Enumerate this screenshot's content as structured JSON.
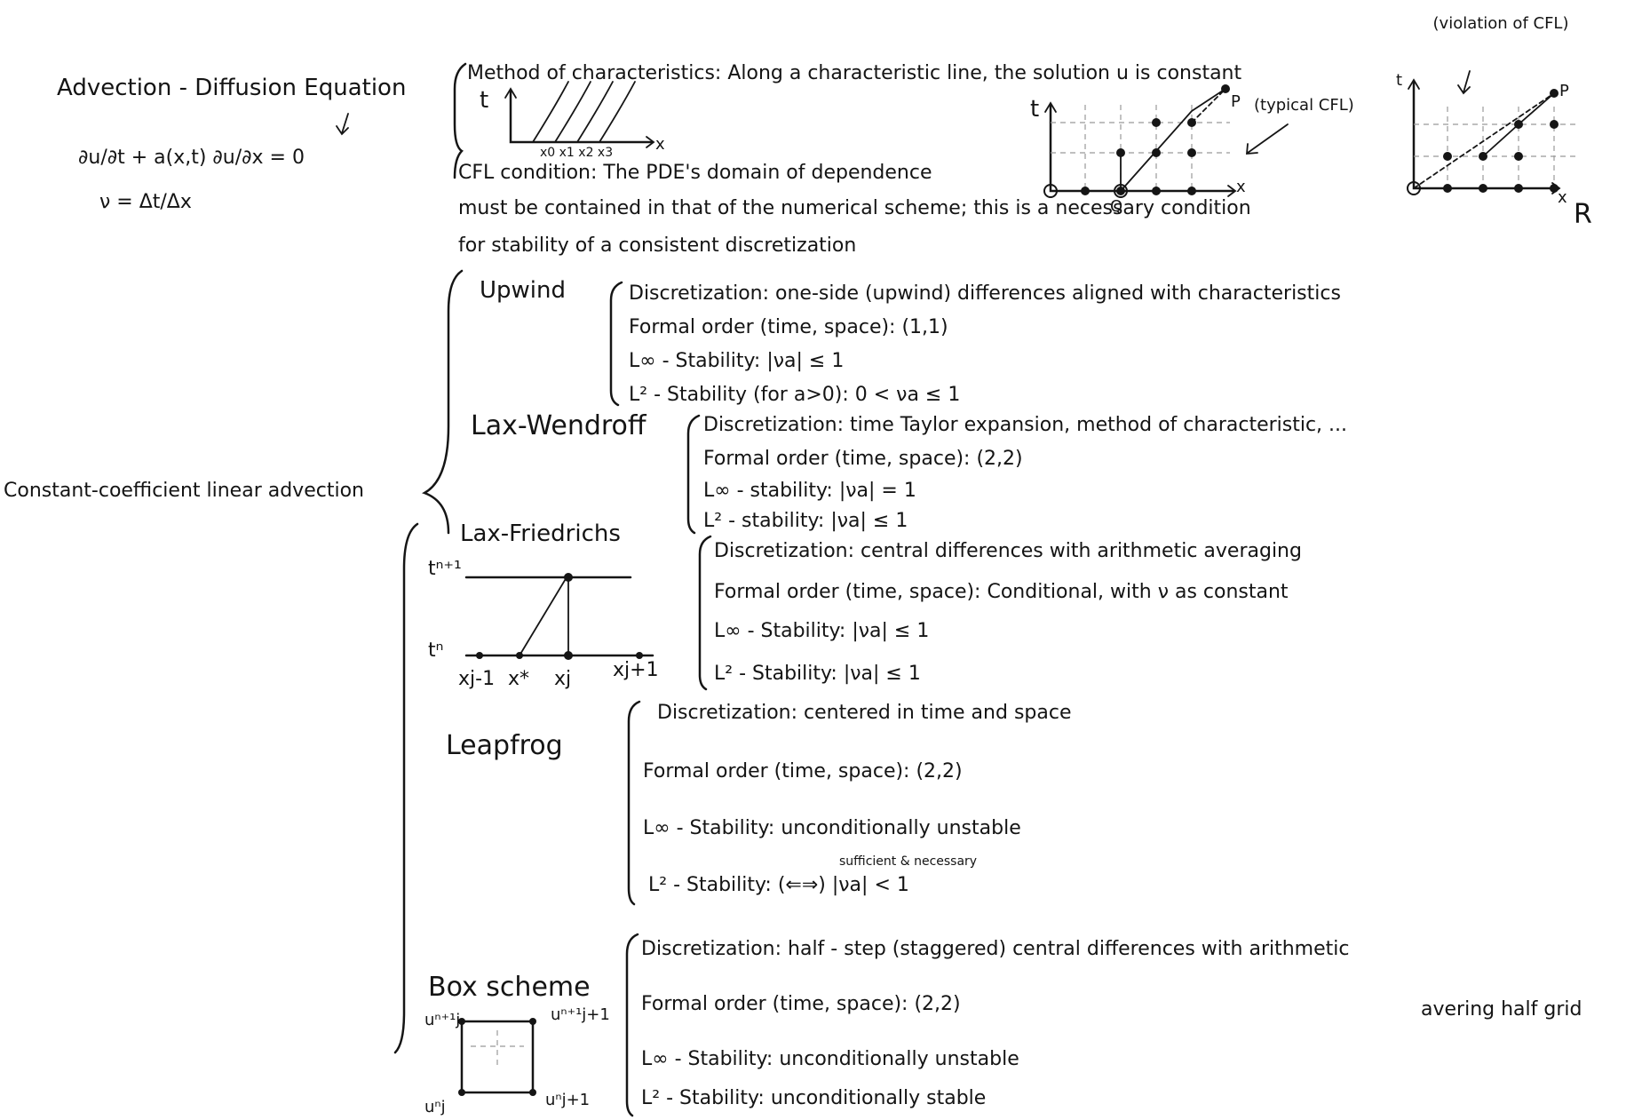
{
  "intro": {
    "title": "Advection - Diffusion Equation",
    "equation": "∂u/∂t + a(x,t) ∂u/∂x = 0",
    "nu_def": "ν = Δt/Δx"
  },
  "characteristics": {
    "text": "Method of characteristics: Along a characteristic line, the solution u is constant",
    "cfl_line1": "CFL condition: The PDE's domain of dependence",
    "cfl_line2": "must be contained in that of the numerical scheme; this is a necessary condition",
    "cfl_line3": "for stability of a consistent discretization",
    "sketch_t": "t",
    "sketch_x": "x",
    "sketch_ticks": "x0 x1 x2 x3"
  },
  "cfl_diagrams": {
    "typical_label": "(typical CFL)",
    "violation_label": "(violation of CFL)",
    "t_label": "t",
    "x_label": "x",
    "p_label": "P",
    "q_label": "Q",
    "r_label": "R"
  },
  "main_label": "Constant-coefficient linear advection",
  "schemes": [
    {
      "name": "Upwind",
      "lines": [
        "Discretization: one-side (upwind) differences aligned with characteristics",
        "Formal order (time, space): (1,1)",
        "L∞ - Stability: |νa| ≤ 1",
        "L² - Stability (for a>0): 0 < νa ≤ 1"
      ]
    },
    {
      "name": "Lax-Wendroff",
      "lines": [
        "Discretization: time Taylor expansion, method of characteristic, ...",
        "Formal order (time, space): (2,2)",
        "L∞ - stability: |νa| = 1",
        "L² - stability: |νa| ≤ 1"
      ]
    },
    {
      "name": "Lax-Friedrichs",
      "lines": [
        "Discretization: central differences with arithmetic averaging",
        "Formal order (time, space): Conditional, with ν as constant",
        "L∞ - Stability: |νa| ≤ 1",
        "L² - Stability: |νa| ≤ 1"
      ]
    },
    {
      "name": "Leapfrog",
      "lines": [
        "Discretization: centered in time and space",
        "Formal order (time, space): (2,2)",
        "L∞ - Stability: unconditionally unstable",
        "L² - Stability: (⇐⇒) |νa| < 1"
      ],
      "note": "sufficient & necessary"
    },
    {
      "name": "Box scheme",
      "lines": [
        "Discretization: half - step (staggered) central differences with arithmetic",
        "Formal order (time, space): (2,2)",
        "L∞ - Stability: unconditionally unstable",
        "L² - Stability: unconditionally stable"
      ],
      "note": "avering half grid"
    }
  ],
  "lf_diagram": {
    "t_top": "tⁿ⁺¹",
    "t_bottom": "tⁿ",
    "x_labels": [
      "xj-1",
      "x*",
      "xj",
      "xj+1"
    ]
  },
  "box_diagram": {
    "tl": "uⁿ⁺¹j",
    "tr": "uⁿ⁺¹j+1",
    "bl": "uⁿj",
    "br": "uⁿj+1"
  }
}
